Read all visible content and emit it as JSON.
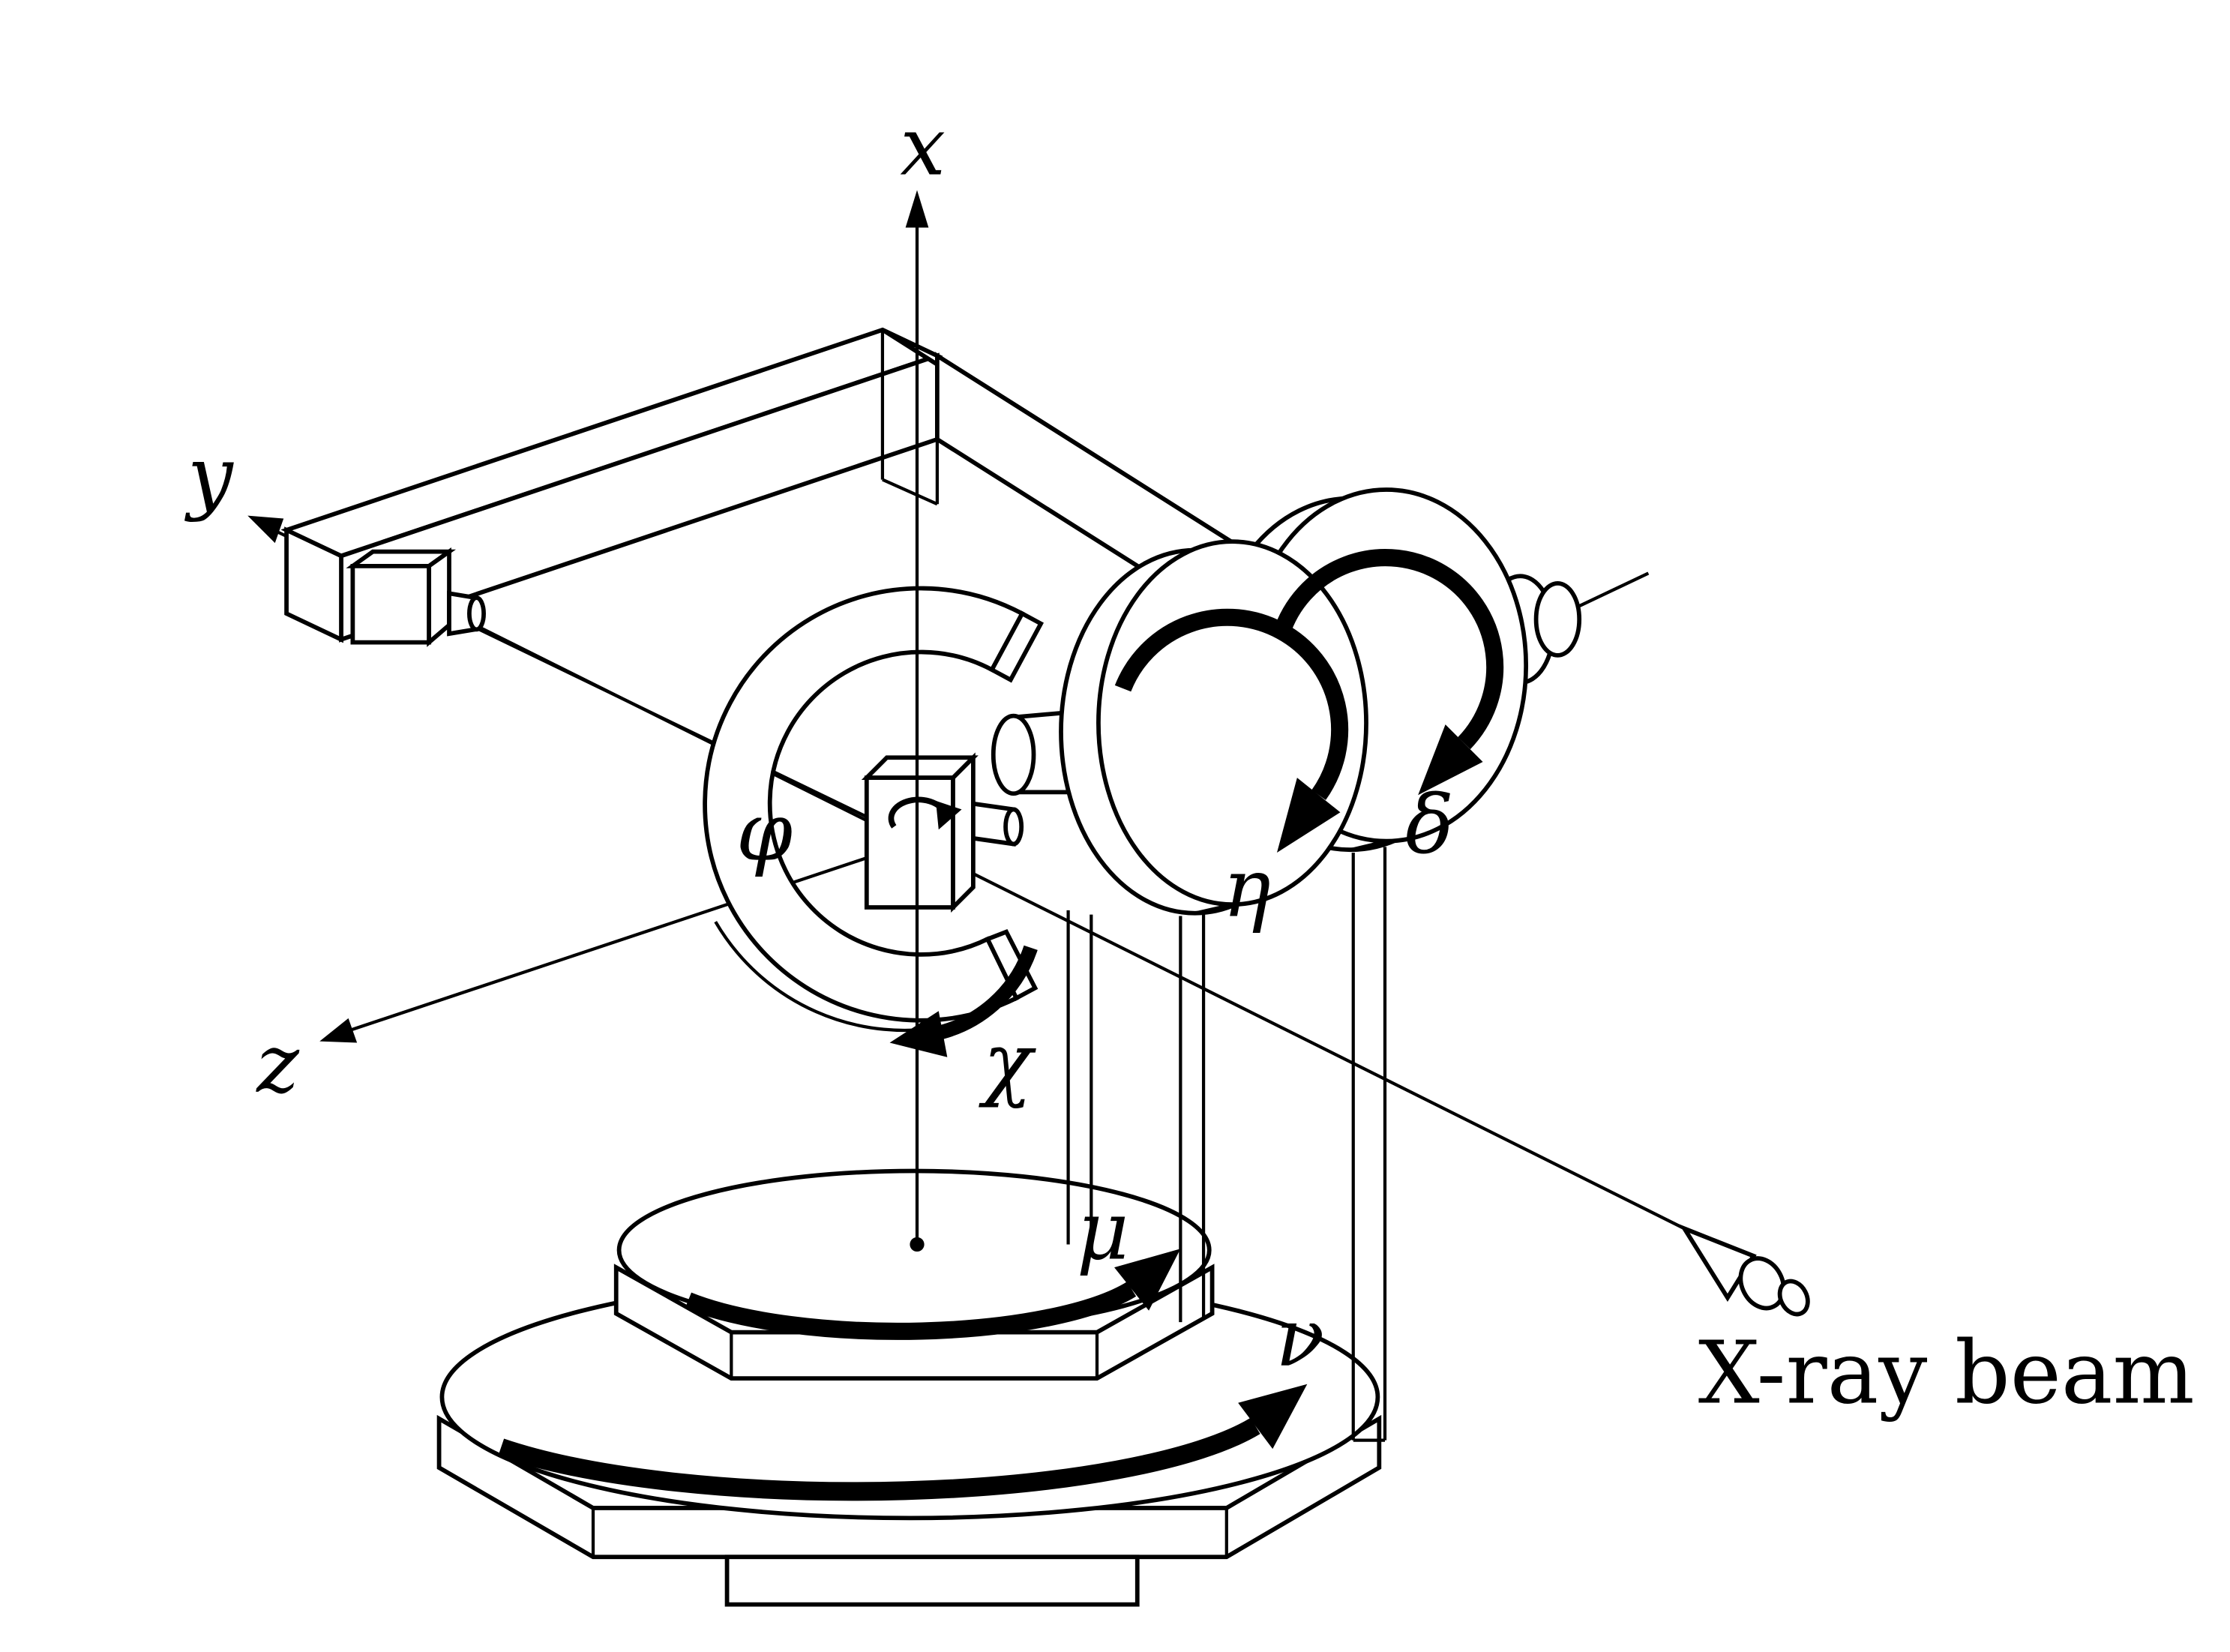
{
  "figure": {
    "labels": {
      "axis_x": "x",
      "axis_y": "y",
      "axis_z": "z",
      "phi": "φ",
      "chi": "χ",
      "eta": "η",
      "delta": "δ",
      "mu": "μ",
      "nu": "ν",
      "beam": "X-ray beam"
    },
    "colors": {
      "line": "#000000",
      "background": "#ffffff"
    }
  }
}
